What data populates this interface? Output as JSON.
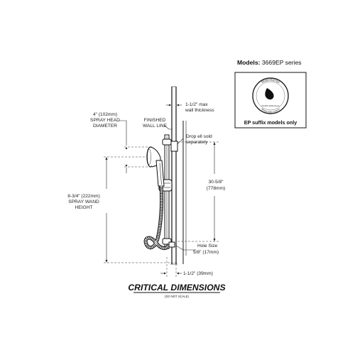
{
  "models": {
    "label": "Models:",
    "series": "3669EP series"
  },
  "watersense": {
    "ring_text": "WaterSense",
    "sub_text": "Meets EPA Criteria",
    "tiny_text": "US EPA WaterSense",
    "note": "EP suffix models only"
  },
  "labels": {
    "wall_thickness_1": "1-1/2\" max",
    "wall_thickness_2": "wall thickness",
    "spray_head_1": "4\" (102mm)",
    "spray_head_2": "SPRAY HEAD",
    "spray_head_3": "DIAMETER",
    "finished_wall_1": "FINISHED",
    "finished_wall_2": "WALL LINE",
    "drop_ell_1": "Drop ell sold",
    "drop_ell_2": "separately",
    "height_1": "30-5/8\"",
    "height_2": "(778mm)",
    "wand_1": "8-3/4\" (222mm)",
    "wand_2": "SPRAY WAND",
    "wand_3": "HEIGHT",
    "hole_1": "Hole Size",
    "hole_2": "5/8\" (17mm)",
    "offset": "1-1/2\" (39mm)"
  },
  "footer": {
    "title": "CRITICAL DIMENSIONS",
    "subtitle": "(DO NOT SCALE)"
  }
}
